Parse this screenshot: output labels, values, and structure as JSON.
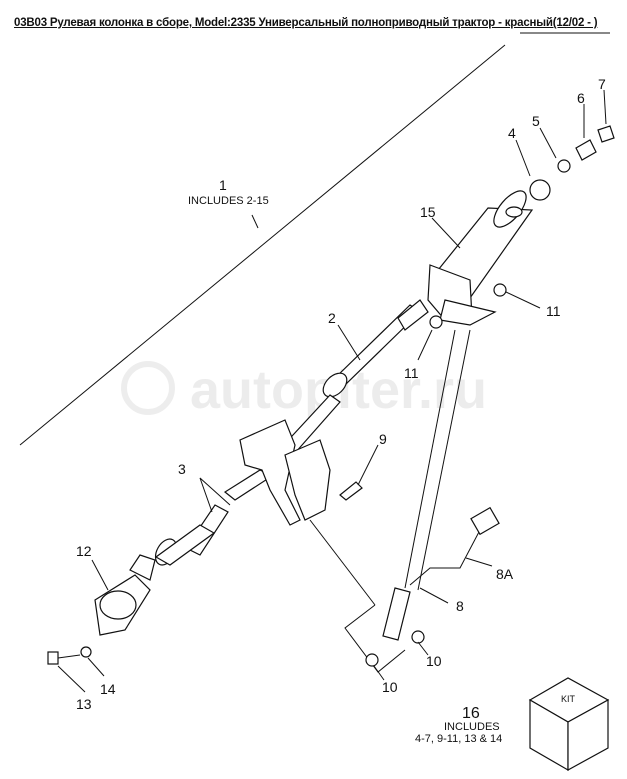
{
  "title": "03B03 Рулевая колонка в сборе, Model:2335 Универсальный полноприводный трактор - красный(12/02 - )",
  "watermark": "autopiter.ru",
  "callouts": {
    "c1": "1",
    "c1_note": "INCLUDES 2-15",
    "c2": "2",
    "c3": "3",
    "c4": "4",
    "c5": "5",
    "c6": "6",
    "c7": "7",
    "c8": "8",
    "c8a": "8A",
    "c9": "9",
    "c10a": "10",
    "c10b": "10",
    "c11a": "11",
    "c11b": "11",
    "c12": "12",
    "c13": "13",
    "c14": "14",
    "c15": "15",
    "c16": "16",
    "c16_note1": "INCLUDES",
    "c16_note2": "4-7, 9-11, 13 & 14"
  },
  "kit_label": "KIT"
}
